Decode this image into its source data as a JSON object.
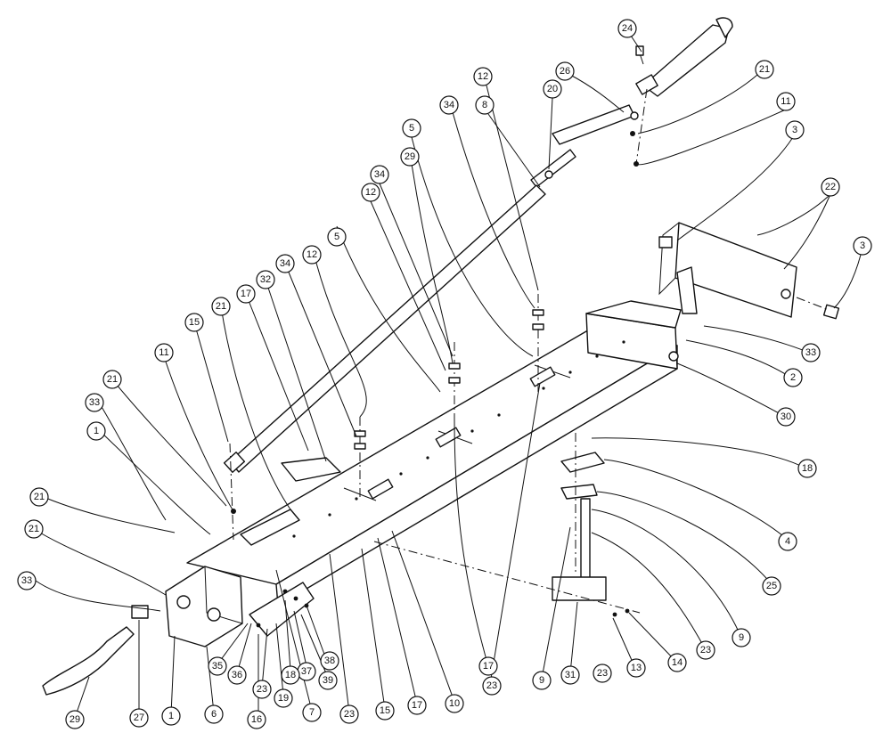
{
  "callouts": [
    {
      "label": "24"
    },
    {
      "label": "26"
    },
    {
      "label": "20"
    },
    {
      "label": "21"
    },
    {
      "label": "8"
    },
    {
      "label": "12"
    },
    {
      "label": "11"
    },
    {
      "label": "34"
    },
    {
      "label": "3"
    },
    {
      "label": "5"
    },
    {
      "label": "29"
    },
    {
      "label": "22"
    },
    {
      "label": "12"
    },
    {
      "label": "34"
    },
    {
      "label": "3"
    },
    {
      "label": "34"
    },
    {
      "label": "12"
    },
    {
      "label": "5"
    },
    {
      "label": "32"
    },
    {
      "label": "17"
    },
    {
      "label": "21"
    },
    {
      "label": "15"
    },
    {
      "label": "11"
    },
    {
      "label": "21"
    },
    {
      "label": "33"
    },
    {
      "label": "33"
    },
    {
      "label": "2"
    },
    {
      "label": "30"
    },
    {
      "label": "1"
    },
    {
      "label": "18"
    },
    {
      "label": "4"
    },
    {
      "label": "25"
    },
    {
      "label": "21"
    },
    {
      "label": "21"
    },
    {
      "label": "33"
    },
    {
      "label": "23"
    },
    {
      "label": "9"
    },
    {
      "label": "14"
    },
    {
      "label": "13"
    },
    {
      "label": "23"
    },
    {
      "label": "31"
    },
    {
      "label": "23"
    },
    {
      "label": "9"
    },
    {
      "label": "17"
    },
    {
      "label": "10"
    },
    {
      "label": "17"
    },
    {
      "label": "15"
    },
    {
      "label": "23"
    },
    {
      "label": "7"
    },
    {
      "label": "38"
    },
    {
      "label": "39"
    },
    {
      "label": "37"
    },
    {
      "label": "18"
    },
    {
      "label": "19"
    },
    {
      "label": "23"
    },
    {
      "label": "16"
    },
    {
      "label": "36"
    },
    {
      "label": "35"
    },
    {
      "label": "6"
    },
    {
      "label": "1"
    },
    {
      "label": "27"
    },
    {
      "label": "29"
    }
  ]
}
